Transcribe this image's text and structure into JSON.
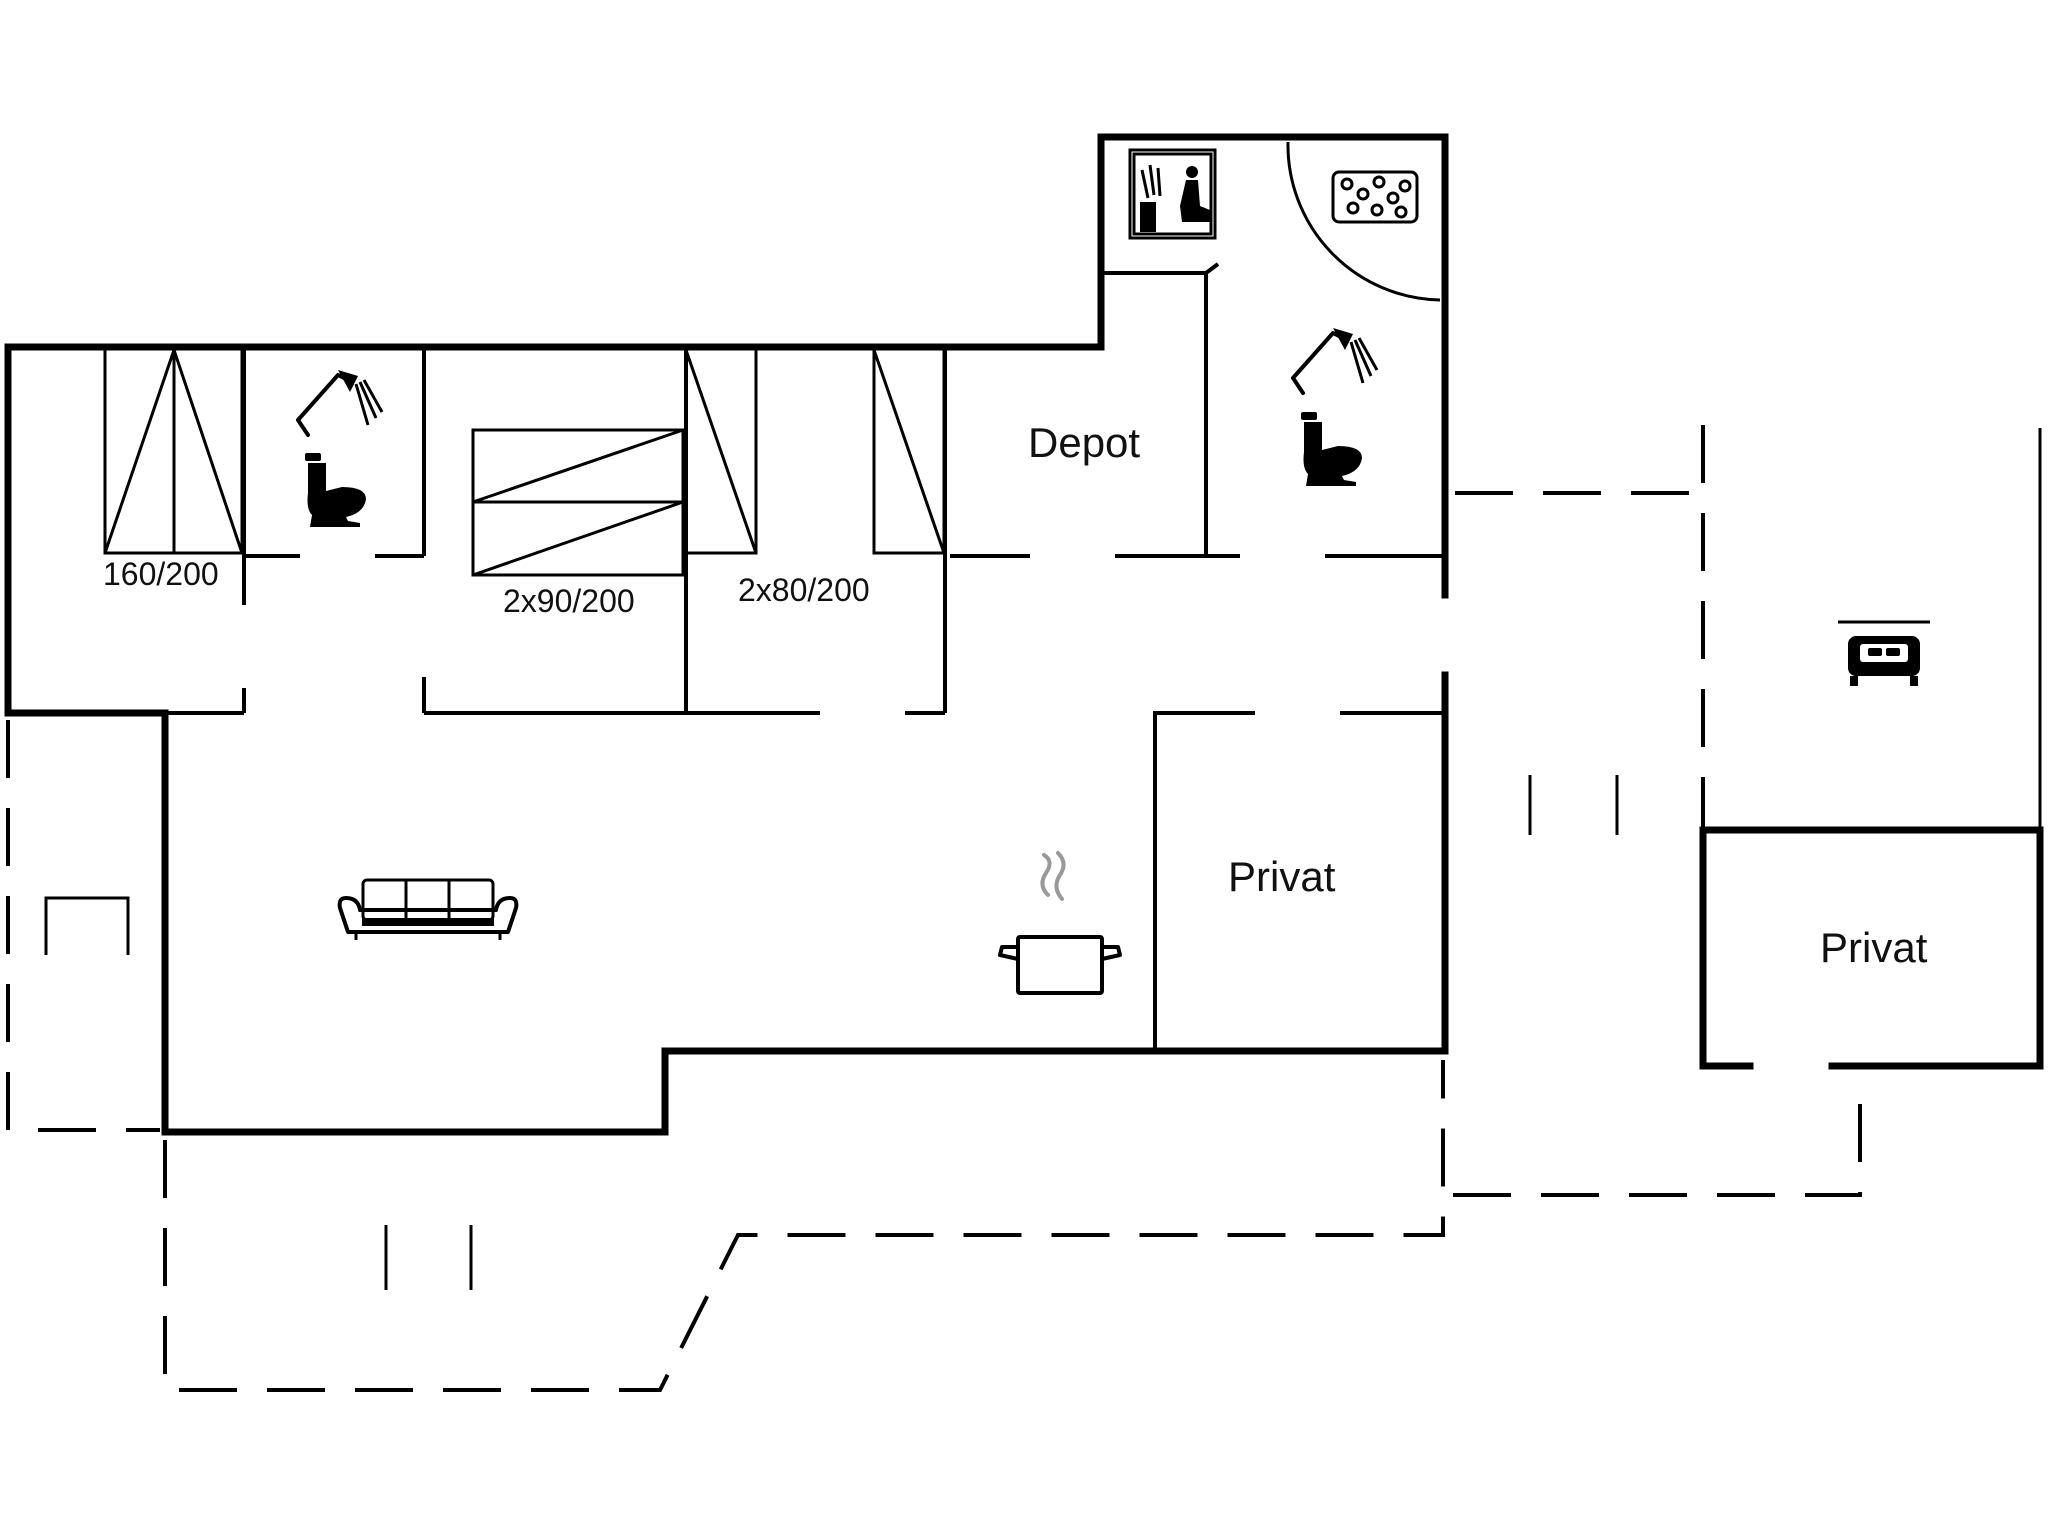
{
  "rooms": {
    "depot": "Depot",
    "privat_main": "Privat",
    "privat_annex": "Privat"
  },
  "beds": {
    "bed_1": "160/200",
    "bed_2": "2x90/200",
    "bed_3": "2x80/200"
  },
  "icons": {
    "shower_1": "shower-icon",
    "toilet_1": "toilet-icon",
    "shower_2": "shower-icon",
    "toilet_2": "toilet-icon",
    "sauna": "sauna-icon",
    "spa": "spa-bath-icon",
    "sofa": "sofa-icon",
    "kitchen": "cooking-pot-icon",
    "annex_bed": "double-bed-icon"
  }
}
